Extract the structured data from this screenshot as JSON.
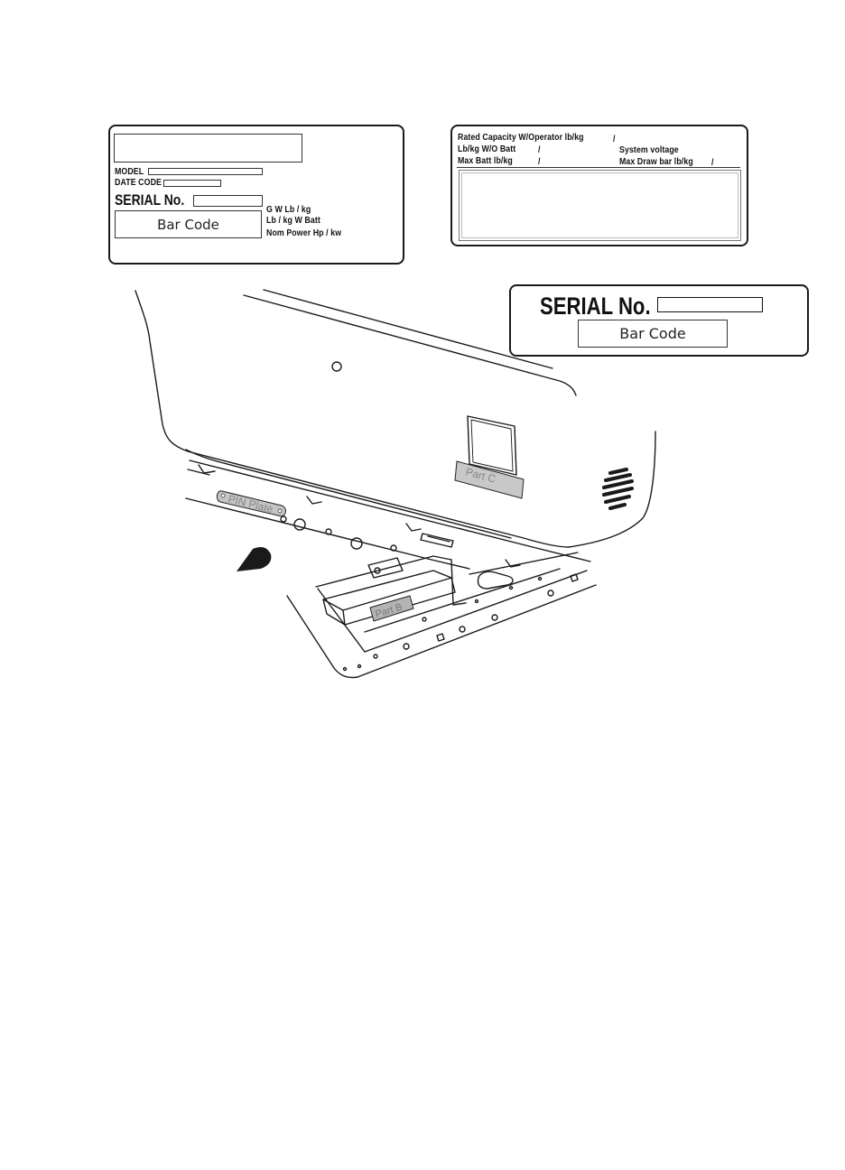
{
  "label_a": {
    "model_label": "MODEL",
    "date_code_label": "DATE CODE",
    "serial_label": "SERIAL No.",
    "barcode_label": "Bar Code",
    "gw_label": "G   W Lb / kg",
    "weight_batt_label": "Lb / kg W Batt",
    "nom_power_label": "Nom Power Hp / kw"
  },
  "label_b": {
    "rated_capacity_label": "Rated Capacity W/Operator lb/kg",
    "rated_capacity_sep": "/",
    "wo_batt_label": "Lb/kg W/O Batt",
    "wo_batt_sep": "/",
    "system_voltage_label": "System voltage",
    "max_batt_label": "Max Batt lb/kg",
    "max_batt_sep": "/",
    "max_draw_label": "Max Draw bar lb/kg",
    "max_draw_sep": "/"
  },
  "label_c": {
    "serial_label": "SERIAL No.",
    "barcode_label": "Bar Code"
  },
  "drawing": {
    "part_c_label": "Part C",
    "part_b_label": "Part B",
    "pin_plate_label": "PIN Plate"
  }
}
